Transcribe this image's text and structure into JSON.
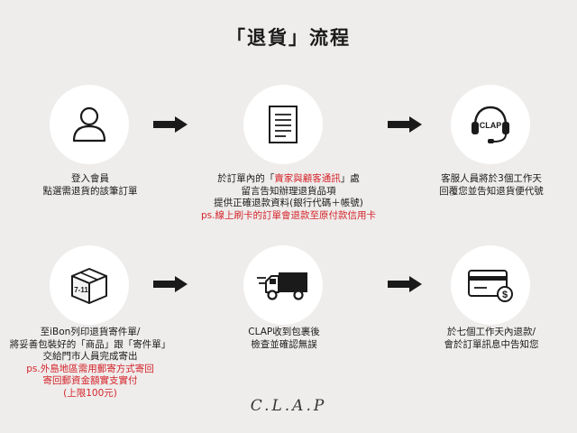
{
  "title": "「退貨」流程",
  "steps": [
    {
      "icon": "user-icon",
      "lines": [
        "登入會員",
        "點選需退貨的該筆訂單"
      ]
    },
    {
      "icon": "document-icon",
      "line1_pre": "於訂單內的「",
      "line1_red": "賣家與顧客通訊",
      "line1_post": "」處",
      "lines": [
        "留言告知辦理退貨品項",
        "提供正確退款資料(銀行代碼＋帳號)"
      ],
      "red_line": "ps.線上刷卡的訂單會退款至原付款信用卡"
    },
    {
      "icon": "headset-icon",
      "icon_text": "CLAP",
      "lines": [
        "客服人員將於3個工作天",
        "回覆您並告知退貨便代號"
      ]
    },
    {
      "icon": "package-icon",
      "icon_text": "7-11",
      "lines": [
        "至iBon列印退貨寄件單/",
        "將妥善包裝好的「商品」跟「寄件單」",
        "交給門市人員完成寄出"
      ],
      "red_lines": [
        "ps.外島地區需用郵寄方式寄回",
        "寄回郵資金額實支實付",
        "(上限100元)"
      ]
    },
    {
      "icon": "delivery-truck-icon",
      "lines": [
        "CLAP收到包裹後",
        "檢查並確認無誤"
      ]
    },
    {
      "icon": "credit-card-refund-icon",
      "lines": [
        "於七個工作天內退款/",
        "會於訂單訊息中告知您"
      ]
    }
  ],
  "brand": "C.L.A.P",
  "colors": {
    "background": "#efedec",
    "accent_red": "#d4232a",
    "circle": "#ffffff"
  }
}
